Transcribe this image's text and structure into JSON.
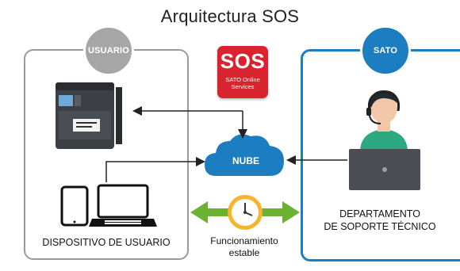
{
  "title": "Arquitectura SOS",
  "user_group": {
    "label": "USUARIO",
    "device_label": "DISPOSITIVO DE USUARIO"
  },
  "sato_group": {
    "label": "SATO",
    "department_label_line1": "DEPARTAMENTO",
    "department_label_line2": "DE SOPORTE TÉCNICO"
  },
  "logo": {
    "text": "SOS",
    "subtitle_line1": "SATO Online",
    "subtitle_line2": "Services"
  },
  "cloud": {
    "label": "NUBE"
  },
  "stability": {
    "label_line1": "Funcionamiento",
    "label_line2": "estable"
  },
  "colors": {
    "sato_blue": "#1c7ec1",
    "sos_red": "#d9232e",
    "arrow_green": "#6bb232",
    "user_gray": "#9a9a9a"
  },
  "icons": [
    "printer-icon",
    "tablet-icon",
    "laptop-icon",
    "cloud-icon",
    "clock-icon",
    "support-agent-icon",
    "monitor-icon"
  ]
}
